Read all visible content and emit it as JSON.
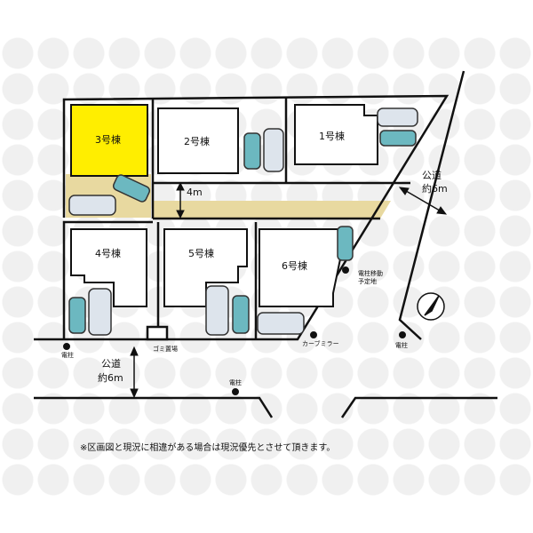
{
  "buildings": {
    "b1": "1号棟",
    "b2": "2号棟",
    "b3": "3号棟",
    "b4": "4号棟",
    "b5": "5号棟",
    "b6": "6号棟"
  },
  "driveway_width": "4m",
  "road_east": {
    "name": "公道",
    "width": "約6m"
  },
  "road_south": {
    "name": "公道",
    "width": "約6m"
  },
  "landmarks": {
    "pole": "電柱",
    "pole_move": "電柱移動予定地",
    "garbage": "ゴミ置場",
    "mirror": "カーブミラー"
  },
  "note": "※区画図と現況に相違がある場合は現況優先とさせて頂きます。",
  "colors": {
    "highlight": "#ffee00",
    "driveway": "#e8d9a0"
  }
}
